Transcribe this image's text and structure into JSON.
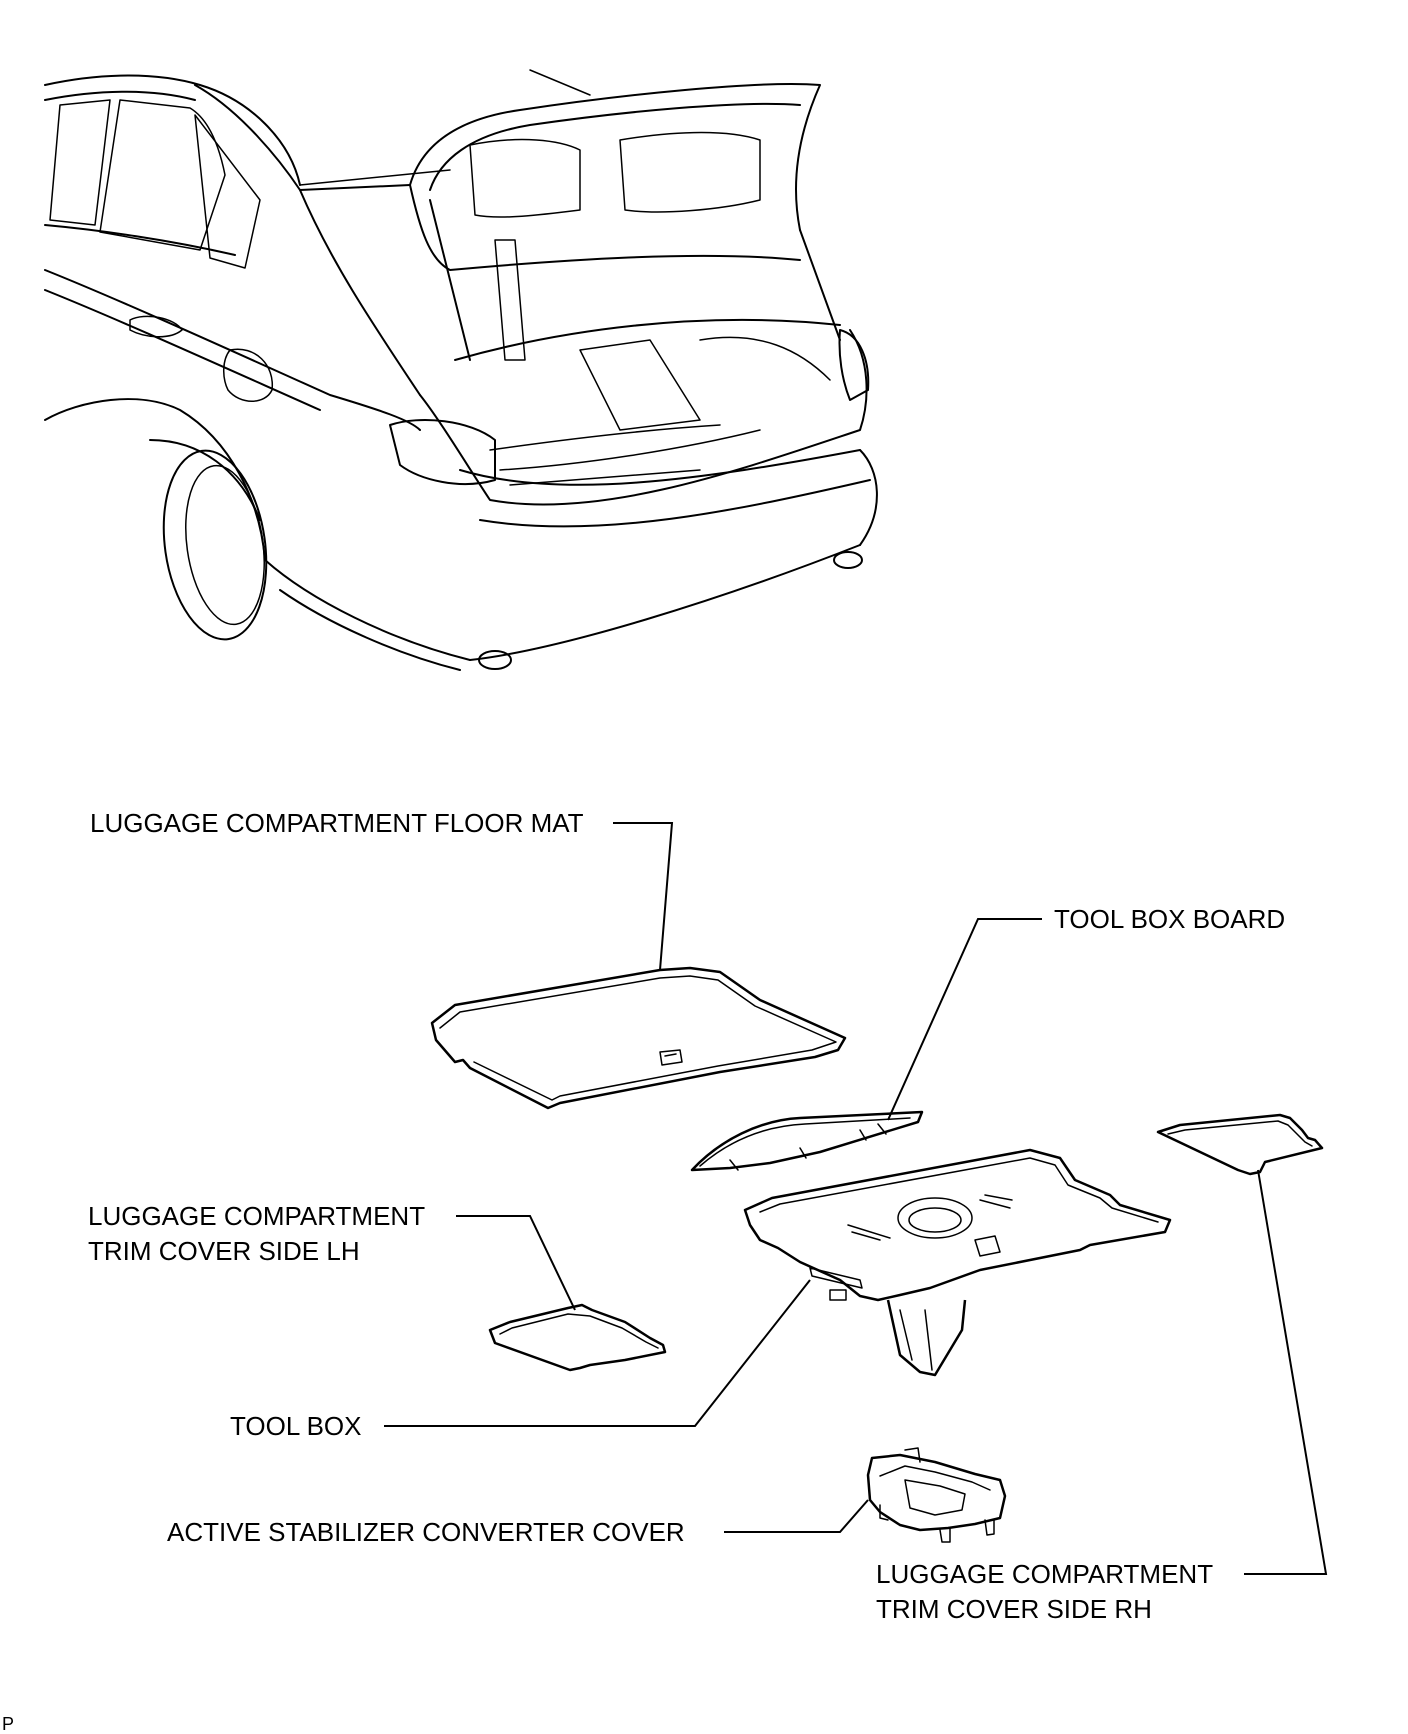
{
  "labels": {
    "floor_mat": "LUGGAGE COMPARTMENT FLOOR MAT",
    "tool_box_board": "TOOL BOX BOARD",
    "trim_cover_lh_line1": "LUGGAGE COMPARTMENT",
    "trim_cover_lh_line2": "TRIM COVER SIDE LH",
    "tool_box": "TOOL BOX",
    "active_stabilizer_cover": "ACTIVE STABILIZER CONVERTER COVER",
    "trim_cover_rh_line1": "LUGGAGE COMPARTMENT",
    "trim_cover_rh_line2": "TRIM COVER SIDE RH"
  },
  "corner_mark": "P"
}
